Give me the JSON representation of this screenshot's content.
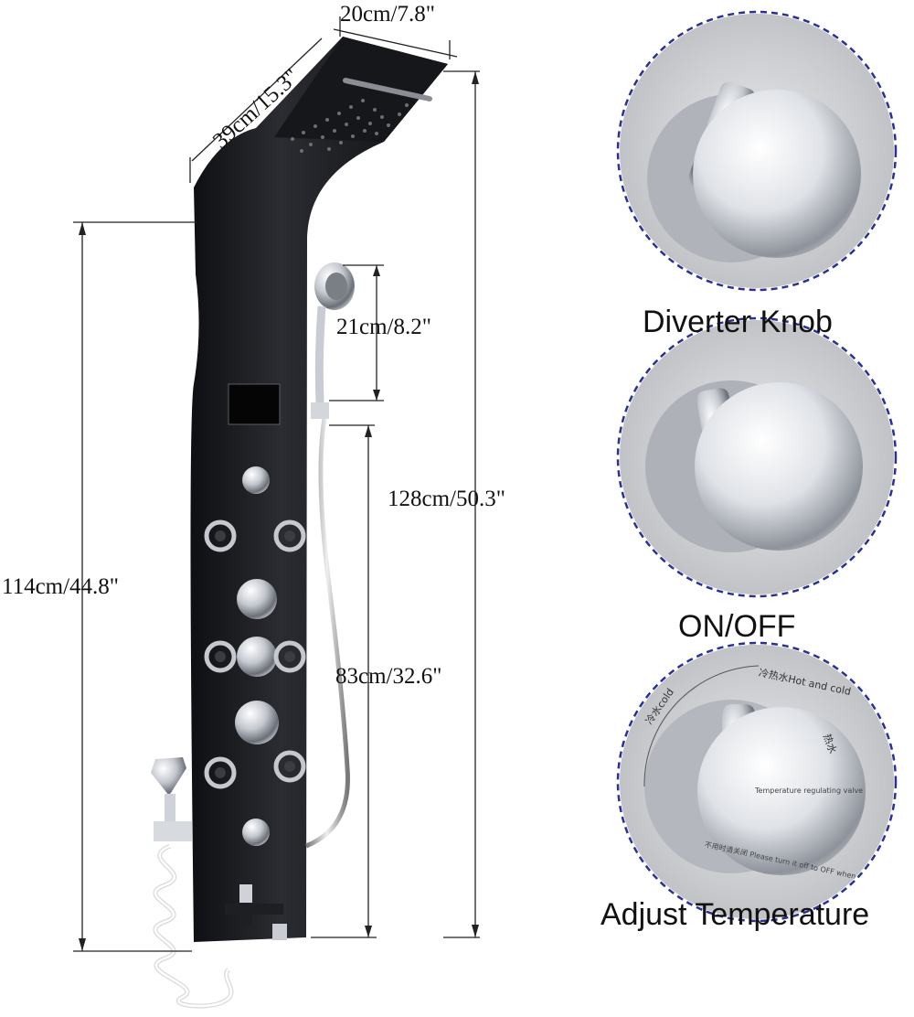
{
  "dimensions": {
    "top_width": "20cm/7.8\"",
    "head_length": "39cm/15.3\"",
    "handshower_length": "21cm/8.2\"",
    "total_height": "128cm/50.3\"",
    "panel_height": "114cm/44.8\"",
    "hose_height": "83cm/32.6\""
  },
  "knobs": [
    {
      "label": "Diverter Knob"
    },
    {
      "label": "ON/OFF"
    },
    {
      "label": "Adjust Temperature"
    }
  ],
  "knob_markings": {
    "cold": "冷水cold",
    "mix": "冷热水Hot and cold",
    "hot": "热水",
    "dial_text": "Temperature regulating valve",
    "ring_text": "不用时请关闭 Please turn it off to OFF when"
  },
  "colors": {
    "panel": "#1c1d21",
    "chrome": "#c9ccd2",
    "dashed_ring": "#2b3192",
    "dimension_line": "#222222"
  }
}
